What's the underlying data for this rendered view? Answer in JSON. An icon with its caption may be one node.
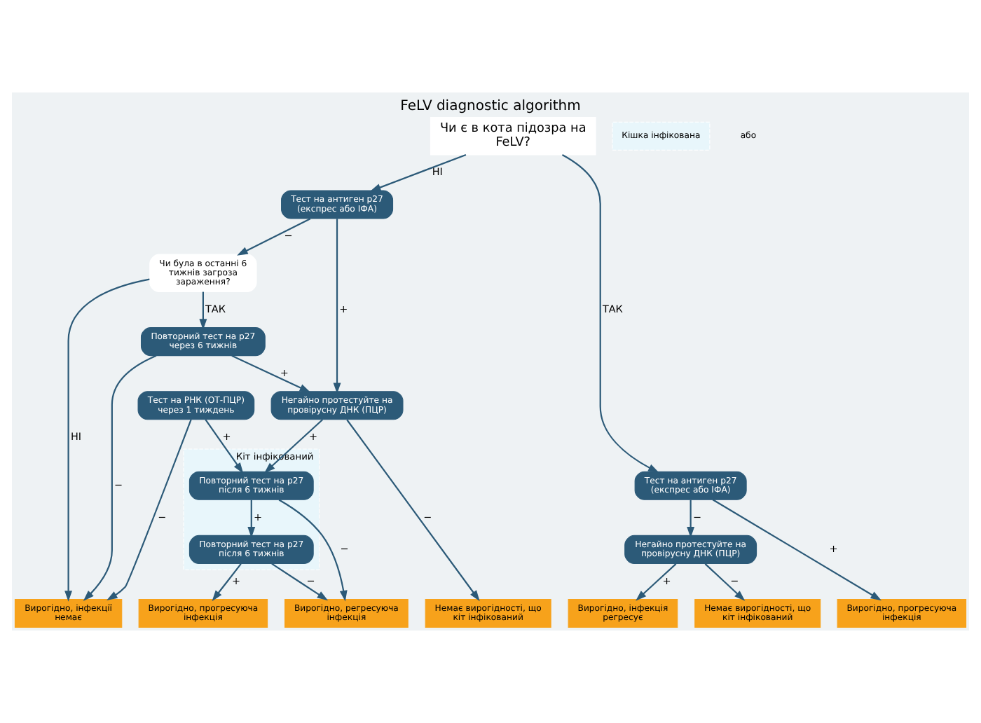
{
  "diagram": {
    "title": "FeLV diagnostic algorithm",
    "nodes": [
      {
        "text": [
          "Чи є в кота підозра на FeLV?"
        ]
      },
      {
        "text": [
          "Тест на антиген p27 (експрес або ІФА)"
        ]
      },
      {
        "text": [
          "Чи була в останні 6 тижнів загроза зараження?"
        ]
      },
      {
        "text": [
          "Негайно протестуйте на провірусну ДНК (ПЦР)"
        ]
      },
      {
        "text": [
          "Кіт інфікований"
        ]
      },
      {
        "text": [
          "Повторний тест на p27 через 6 тижнів"
        ]
      },
      {
        "text": [
          "Тест на РНК (ОТ-ПЦР) через 1 тиждень"
        ]
      },
      {
        "text": [
          "Повторний тест на p27 після 6 тижнів"
        ],
        "in": 4
      },
      {
        "text": [
          "Повторний тест на p27 після 6 тижнів"
        ],
        "in": 4
      },
      {
        "text": [
          "Вирогідно, інфекції немає"
        ]
      },
      {
        "text": [
          "Вирогідно, прогресуюча інфекція"
        ]
      },
      {
        "text": [
          "Вирогідно, регресуюча інфекція"
        ]
      },
      {
        "text": [
          "Немає вирогідності, що кіт інфікований"
        ]
      },
      {
        "text": [
          "Тест на антиген p27 (експрес або ІФА)"
        ]
      },
      {
        "text": [
          "Негайно протестуйте на провірусну ДНК (ПЦР)"
        ]
      },
      {
        "text": [
          "Кішка інфікована"
        ]
      },
      {
        "text": [
          "Вирогідно, прогресуюча інфекція"
        ]
      },
      {
        "text": [
          "Вирогідно, інфекція регресує"
        ]
      },
      {
        "text": [
          "Немає вирогідності, що кіт інфікований"
        ]
      }
    ],
    "edges": [
      {
        "from": 0,
        "to": 1,
        "arrow": "to",
        "label": "НІ"
      },
      {
        "from": 0,
        "to": 13,
        "arrow": "to",
        "label": "ТАК"
      },
      {
        "from": 1,
        "to": 2,
        "arrow": "to",
        "label": "−"
      },
      {
        "from": 1,
        "to": 3,
        "arrow": "to",
        "label": "+"
      },
      {
        "from": 2,
        "to": 9,
        "arrow": "to",
        "label": "НІ"
      },
      {
        "from": 2,
        "to": 5,
        "arrow": "to",
        "label": "ТАК"
      },
      {
        "from": 5,
        "to": 3,
        "arrow": "to",
        "label": "+"
      },
      {
        "from": 5,
        "to": 9,
        "arrow": "to",
        "label": "−"
      },
      {
        "from": 6,
        "to": 7,
        "arrow": "to",
        "label": "+"
      },
      {
        "from": 6,
        "to": 9,
        "arrow": "to",
        "label": "−"
      },
      {
        "from": 3,
        "to": 7,
        "arrow": "to",
        "label": "+"
      },
      {
        "from": 3,
        "to": 12,
        "arrow": "to",
        "label": "−"
      },
      {
        "from": 7,
        "to": 8,
        "arrow": "to",
        "label": "+"
      },
      {
        "from": 7,
        "to": 11,
        "arrow": "to",
        "label": "−"
      },
      {
        "from": 8,
        "to": 10,
        "arrow": "to",
        "label": "+"
      },
      {
        "from": 8,
        "to": 11,
        "arrow": "to",
        "label": "−"
      },
      {
        "from": 13,
        "to": 16,
        "arrow": "to",
        "label": "+"
      },
      {
        "from": 13,
        "to": 14,
        "arrow": "to",
        "label": "−"
      },
      {
        "from": 14,
        "to": 17,
        "arrow": "to",
        "label": "+"
      },
      {
        "from": 14,
        "to": 18,
        "arrow": "to",
        "label": "−"
      }
    ],
    "labels": [
      "або"
    ]
  }
}
